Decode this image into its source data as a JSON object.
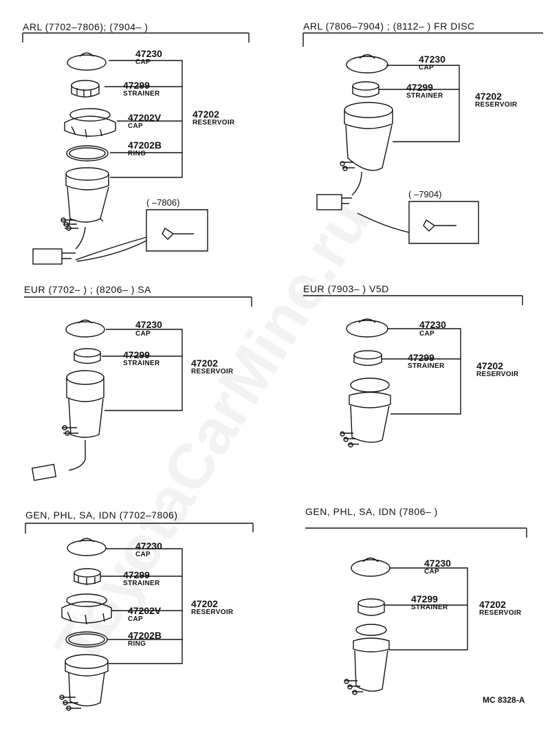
{
  "panels": [
    {
      "title": "ARL  (7702–7806); (7904–        )",
      "labels": {
        "cap_no": "47230",
        "cap": "CAP",
        "str_no": "47299",
        "str": "STRAINER",
        "cap2_no": "47202V",
        "cap2": "CAP",
        "ring_no": "47202B",
        "ring": "RING",
        "res_no": "47202",
        "res": "RESERVOIR"
      },
      "note": "(        –7806)"
    },
    {
      "title": "ARL  (7806–7904) ; (8112–        )  FR  DISC",
      "labels": {
        "cap_no": "47230",
        "cap": "CAP",
        "str_no": "47299",
        "str": "STRAINER",
        "res_no": "47202",
        "res": "RESERVOIR"
      },
      "note": "(        –7904)"
    },
    {
      "title": "EUR (7702–          ) ; (8206–          ) SA",
      "labels": {
        "cap_no": "47230",
        "cap": "CAP",
        "str_no": "47299",
        "str": "STRAINER",
        "res_no": "47202",
        "res": "RESERVOIR"
      }
    },
    {
      "title": "EUR  (7903–          )  V5D",
      "labels": {
        "cap_no": "47230",
        "cap": "CAP",
        "str_no": "47299",
        "str": "STRAINER",
        "res_no": "47202",
        "res": "RESERVOIR"
      }
    },
    {
      "title": "GEN, PHL, SA, IDN (7702–7806)",
      "labels": {
        "cap_no": "47230",
        "cap": "CAP",
        "str_no": "47299",
        "str": "STRAINER",
        "cap2_no": "47202V",
        "cap2": "CAP",
        "ring_no": "47202B",
        "ring": "RING",
        "res_no": "47202",
        "res": "RESERVOIR"
      }
    },
    {
      "title": "GEN, PHL, SA, IDN  (7806–          )",
      "labels": {
        "cap_no": "47230",
        "cap": "CAP",
        "str_no": "47299",
        "str": "STRAINER",
        "res_no": "47202",
        "res": "RESERVOIR"
      }
    }
  ],
  "footer": "MC  8328-A",
  "watermark": "ToyotaCarMine.ru"
}
